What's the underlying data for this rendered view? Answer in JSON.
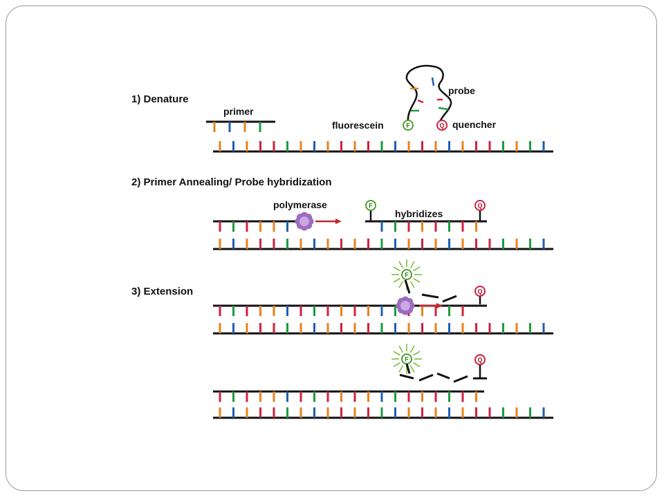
{
  "slide": {
    "steps": [
      {
        "label": "1) Denature"
      },
      {
        "label": "2) Primer Annealing/ Probe hybridization"
      },
      {
        "label": "3) Extension"
      }
    ]
  },
  "labels": {
    "primer": "primer",
    "probe": "probe",
    "fluorescein": "fluorescein",
    "quencher": "quencher",
    "polymerase": "polymerase",
    "hybridizes": "hybridizes",
    "fluor_letter": "F",
    "quench_letter": "Q"
  },
  "colors": {
    "A": "#e8821e",
    "C": "#1e5fb0",
    "G": "#1e9a3c",
    "T": "#d0213d",
    "backbone": "#111111",
    "polymerase": "#9d6cc0",
    "arrow": "#c0282c",
    "glow": "#7cc040"
  },
  "template_sequence": [
    "A",
    "C",
    "A",
    "T",
    "T",
    "G",
    "A",
    "C",
    "A",
    "T",
    "A",
    "T",
    "G",
    "C",
    "A",
    "T",
    "A",
    "C",
    "A",
    "T",
    "T",
    "G",
    "A",
    "G",
    "C"
  ]
}
